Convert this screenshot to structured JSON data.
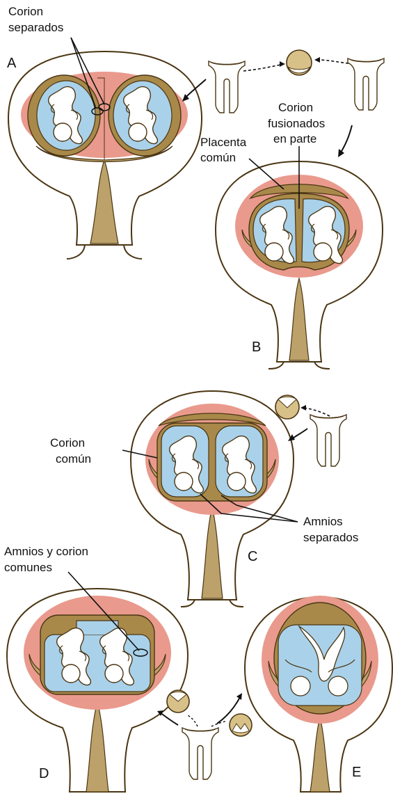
{
  "labels": {
    "corion_separados": [
      "Corion",
      "separados"
    ],
    "corion_fusionados": [
      "Corion",
      "fusionados",
      "en parte"
    ],
    "placenta_comun": [
      "Placenta",
      "común"
    ],
    "corion_comun": [
      "Corion",
      "común"
    ],
    "amnios_separados": [
      "Amnios",
      "separados"
    ],
    "amnios_corion_comunes": [
      "Amnios y corion",
      "comunes"
    ]
  },
  "panels": {
    "a": "A",
    "b": "B",
    "c": "C",
    "d": "D",
    "e": "E"
  },
  "colors": {
    "outline": "#4a3512",
    "uterus_fill": "#ffffff",
    "decidua": "#e99a8d",
    "chorion_tan": "#bca26a",
    "placenta": "#a8894a",
    "amnion_blue": "#a9d1ea",
    "fetus": "#ffffff"
  }
}
